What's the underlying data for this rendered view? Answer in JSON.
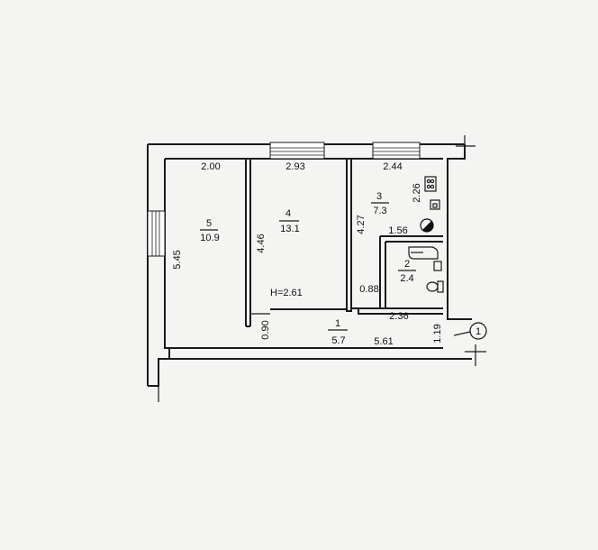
{
  "plan": {
    "rooms": [
      {
        "number": "5",
        "area": "10.9"
      },
      {
        "number": "4",
        "area": "13.1"
      },
      {
        "number": "3",
        "area": "7.3"
      },
      {
        "number": "2",
        "area": "2.4"
      },
      {
        "number": "1",
        "area": "5.7"
      }
    ],
    "ceiling_height": "H=2.61",
    "dimensions": {
      "room5_width": "2.00",
      "room4_width": "2.93",
      "room3_width": "2.44",
      "room5_length": "5.45",
      "room4_length": "4.46",
      "room3_depth": "4.27",
      "room3_side": "2.26",
      "bath_width": "1.56",
      "bath_gap": "0.88",
      "bath_bottom": "2.36",
      "hall_width": "0.90",
      "hall_length": "5.61",
      "hall_depth": "1.19"
    },
    "marker": "1"
  }
}
